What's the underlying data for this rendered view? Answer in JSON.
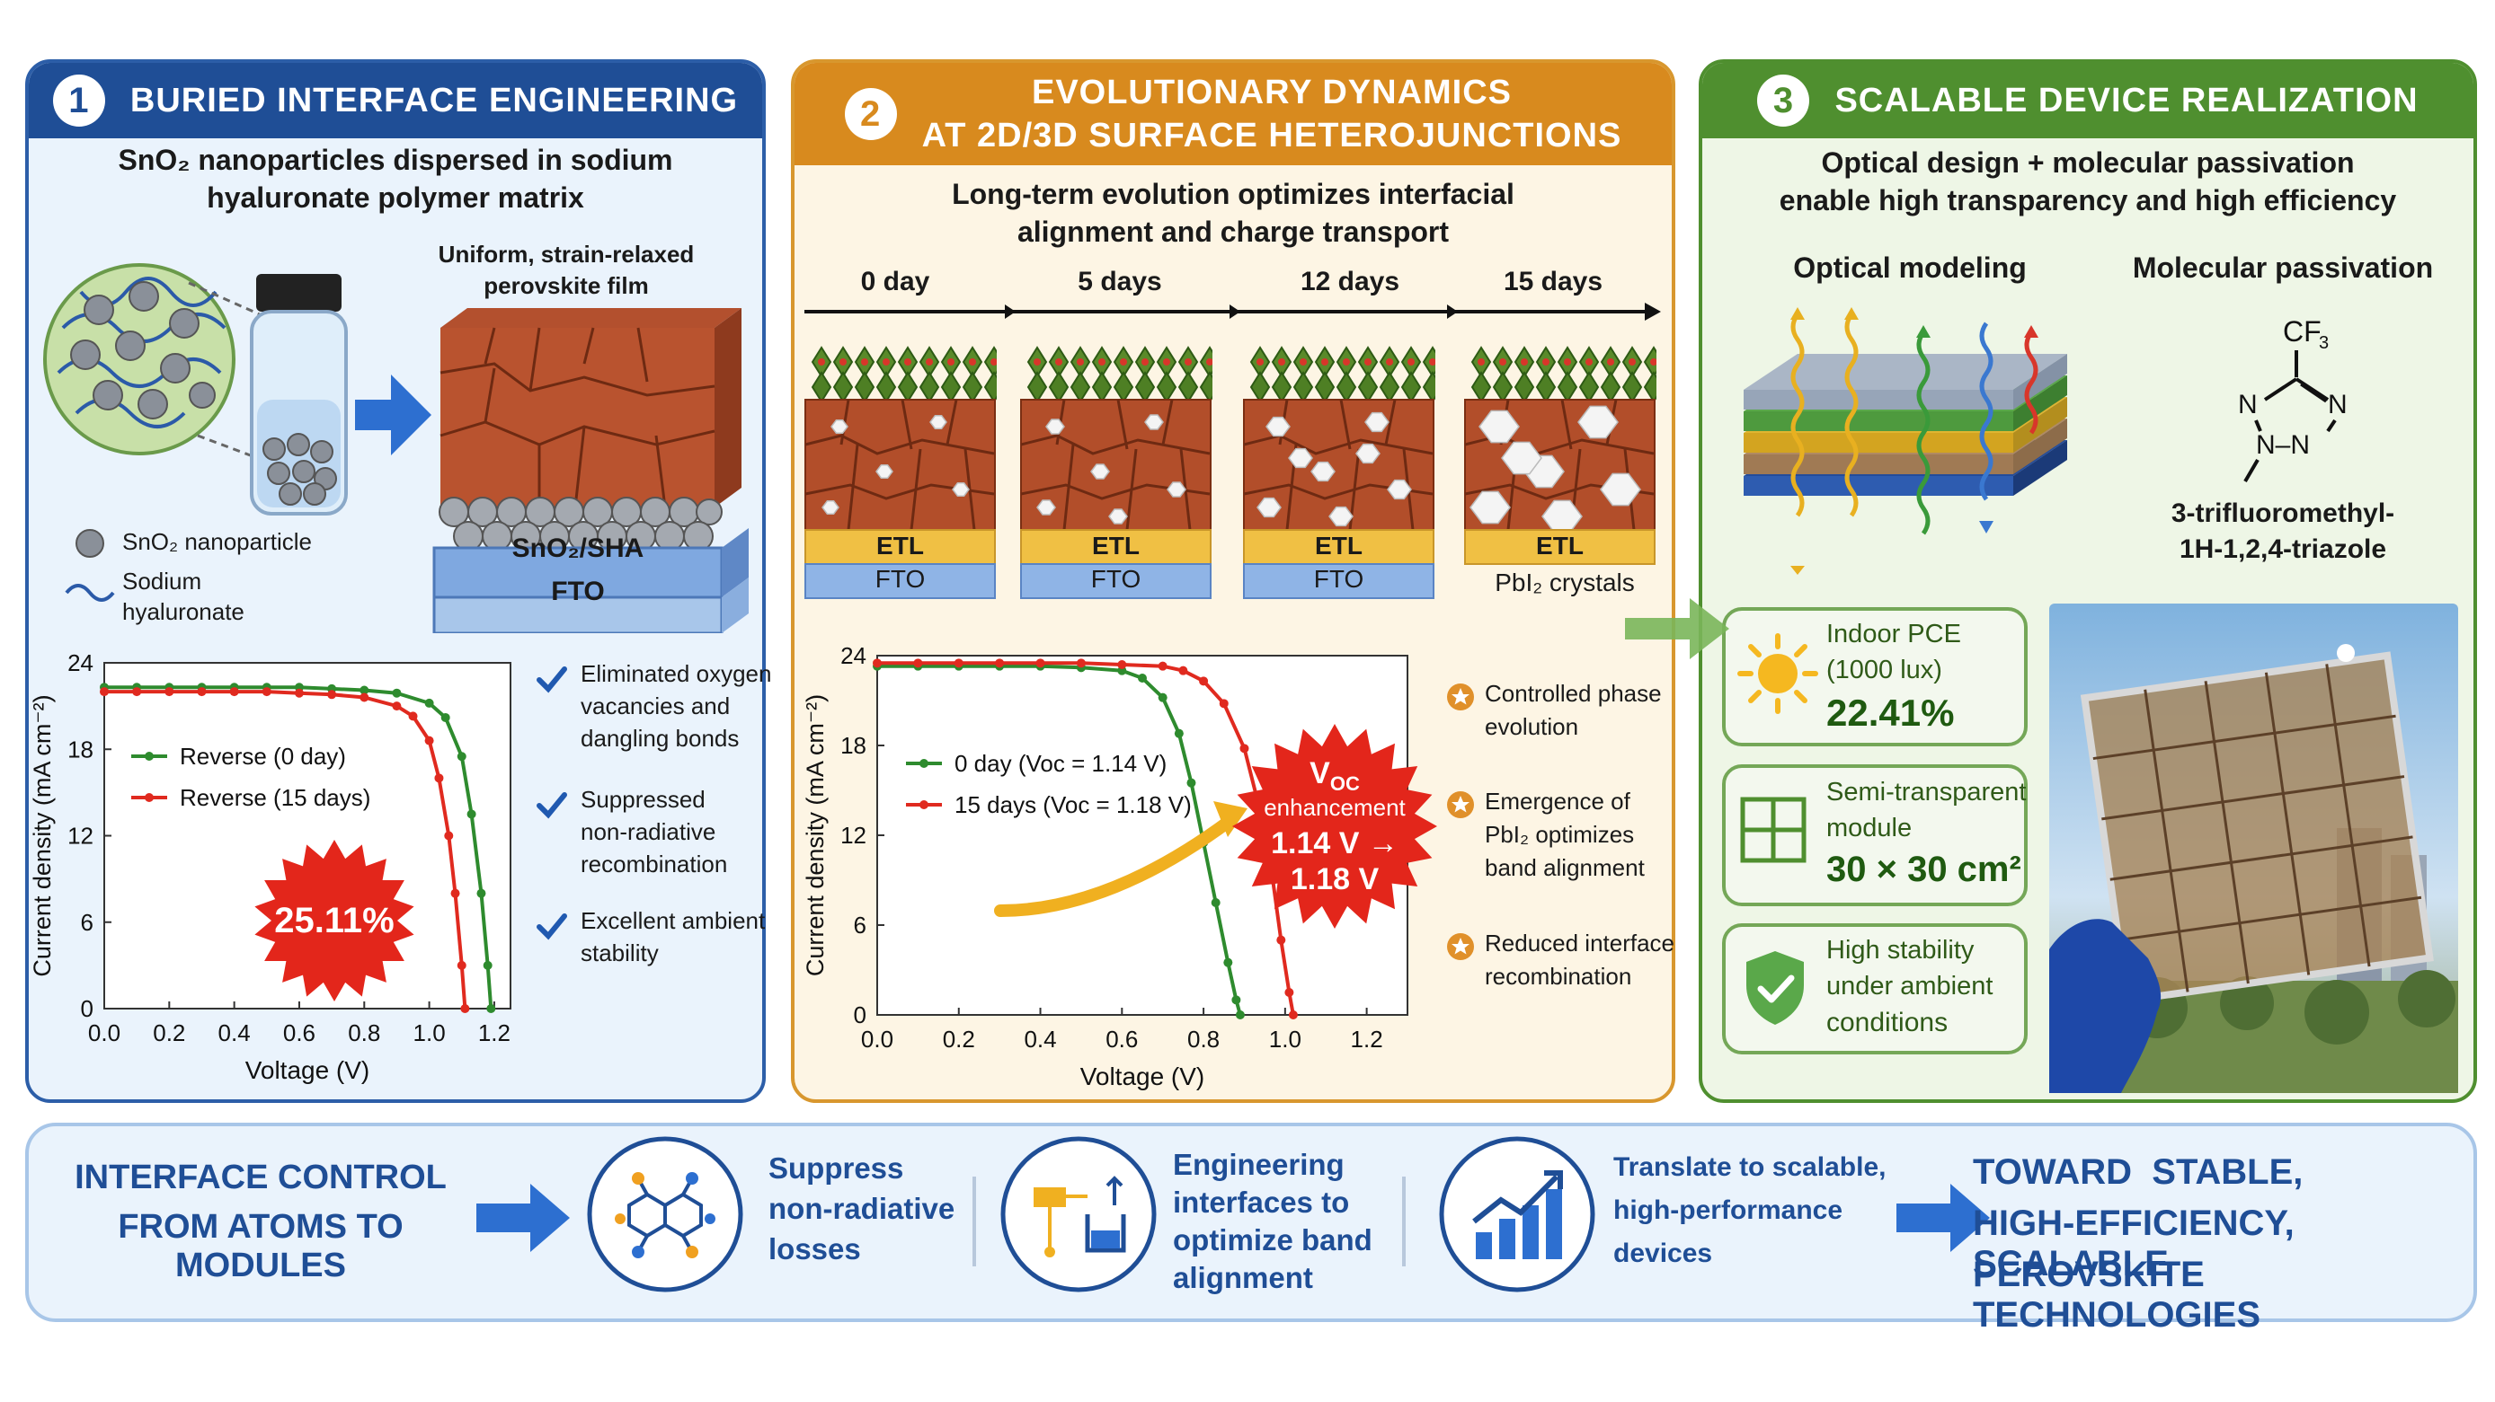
{
  "panel1": {
    "number": "1",
    "title": "BURIED INTERFACE ENGINEERING",
    "subtitle_line1": "SnO₂ nanoparticles dispersed in sodium",
    "subtitle_line2": "hyaluronate polymer matrix",
    "film_label_line1": "Uniform, strain-relaxed",
    "film_label_line2": "perovskite film",
    "layer_etl": "SnO₂/SHA",
    "layer_fto": "FTO",
    "legend_np": "SnO₂ nanoparticle",
    "legend_sha_line1": "Sodium",
    "legend_sha_line2": "hyaluronate",
    "badge": "25.11%",
    "bullets": [
      {
        "line1": "Eliminated oxygen",
        "line2": "vacancies and",
        "line3": "dangling bonds"
      },
      {
        "line1": "Suppressed",
        "line2": "non-radiative",
        "line3": "recombination"
      },
      {
        "line1": "Excellent ambient",
        "line2": "stability",
        "line3": ""
      }
    ]
  },
  "panel2": {
    "number": "2",
    "title_line1": "EVOLUTIONARY DYNAMICS",
    "title_line2": "AT 2D/3D SURFACE HETEROJUNCTIONS",
    "subtitle_line1": "Long-term evolution optimizes interfacial",
    "subtitle_line2": "alignment and charge transport",
    "timeline": [
      "0 day",
      "5 days",
      "12 days",
      "15 days"
    ],
    "layer_etl": "ETL",
    "layer_fto": "FTO",
    "pbi2_label": "PbI₂ crystals",
    "badge_title": "V",
    "badge_sub": "OC",
    "badge_line2": "enhancement",
    "badge_line3": "1.14 V →",
    "badge_line4": "1.18 V",
    "bullets": [
      {
        "line1": "Controlled phase",
        "line2": "evolution",
        "line3": ""
      },
      {
        "line1": "Emergence of",
        "line2": "PbI₂ optimizes",
        "line3": "band alignment"
      },
      {
        "line1": "Reduced interface",
        "line2": "recombination",
        "line3": ""
      }
    ]
  },
  "panel3": {
    "number": "3",
    "title": "SCALABLE DEVICE REALIZATION",
    "subtitle_line1": "Optical design + molecular passivation",
    "subtitle_line2": "enable high transparency and high efficiency",
    "optical_label": "Optical modeling",
    "passivation_label": "Molecular passivation",
    "molecule_line1": "3-trifluoromethyl-",
    "molecule_line2": "1H-1,2,4-triazole",
    "cards": [
      {
        "line1": "Indoor PCE",
        "line2": "(1000 lux)",
        "value": "22.41%"
      },
      {
        "line1": "Semi-transparent",
        "line2": "module",
        "value": "30 × 30 cm²"
      },
      {
        "line1": "High stability",
        "line2": "under ambient",
        "value": "conditions"
      }
    ]
  },
  "footer": {
    "left_line1": "INTERFACE CONTROL",
    "left_line2": "FROM ATOMS TO MODULES",
    "items": [
      {
        "line1": "Suppress",
        "line2": "non-radiative",
        "line3": "losses",
        "line4": ""
      },
      {
        "line1": "Engineering",
        "line2": "interfaces to",
        "line3": "optimize band",
        "line4": "alignment"
      },
      {
        "line1": "Translate to scalable,",
        "line2": "high-performance",
        "line3": "devices",
        "line4": ""
      }
    ],
    "right_line1": "TOWARD  STABLE,",
    "right_line2": "HIGH-EFFICIENCY, SCALABLE",
    "right_line3": "PEROVSKITE TECHNOLOGIES"
  },
  "colors": {
    "panel1": "#1f4e96",
    "panel2": "#d88a1e",
    "panel3": "#4f8f2f",
    "green_curve": "#2e8b2e",
    "red_curve": "#e02a1f"
  },
  "chart_data": [
    {
      "type": "line",
      "title": "",
      "xlabel": "Voltage (V)",
      "ylabel": "Current density (mA cm⁻²)",
      "xlim": [
        0.0,
        1.25
      ],
      "ylim": [
        0,
        24
      ],
      "xticks": [
        "0.0",
        "0.2",
        "0.4",
        "0.6",
        "0.8",
        "1.0",
        "1.2"
      ],
      "yticks": [
        "0",
        "6",
        "12",
        "18",
        "24"
      ],
      "legend_position": "left",
      "series": [
        {
          "name": "Reverse (0 day)",
          "color": "#2e8b2e",
          "x": [
            0.0,
            0.1,
            0.2,
            0.3,
            0.4,
            0.5,
            0.6,
            0.7,
            0.8,
            0.9,
            1.0,
            1.05,
            1.1,
            1.13,
            1.16,
            1.18,
            1.19
          ],
          "y": [
            22.3,
            22.3,
            22.3,
            22.3,
            22.3,
            22.3,
            22.3,
            22.2,
            22.1,
            21.9,
            21.2,
            20.2,
            17.5,
            13.5,
            8.0,
            3.0,
            0.0
          ]
        },
        {
          "name": "Reverse (15 days)",
          "color": "#e02a1f",
          "x": [
            0.0,
            0.1,
            0.2,
            0.3,
            0.4,
            0.5,
            0.6,
            0.7,
            0.8,
            0.9,
            0.95,
            1.0,
            1.03,
            1.06,
            1.08,
            1.1,
            1.11
          ],
          "y": [
            22.0,
            22.0,
            22.0,
            22.0,
            22.0,
            22.0,
            21.9,
            21.8,
            21.6,
            21.0,
            20.3,
            18.6,
            16.0,
            12.0,
            8.0,
            3.0,
            0.0
          ]
        }
      ]
    },
    {
      "type": "line",
      "title": "",
      "xlabel": "Voltage (V)",
      "ylabel": "Current density (mA cm⁻²)",
      "xlim": [
        0.0,
        1.3
      ],
      "ylim": [
        0,
        24
      ],
      "xticks": [
        "0.0",
        "0.2",
        "0.4",
        "0.6",
        "0.8",
        "1.0",
        "1.2"
      ],
      "yticks": [
        "0",
        "6",
        "12",
        "18",
        "24"
      ],
      "legend_position": "left",
      "series": [
        {
          "name": "0 day (Voc = 1.14 V)",
          "color": "#2e8b2e",
          "x": [
            0.0,
            0.1,
            0.2,
            0.3,
            0.4,
            0.5,
            0.6,
            0.65,
            0.7,
            0.74,
            0.77,
            0.8,
            0.83,
            0.86,
            0.88,
            0.89
          ],
          "y": [
            23.3,
            23.3,
            23.3,
            23.3,
            23.3,
            23.2,
            23.0,
            22.5,
            21.2,
            18.8,
            15.5,
            11.5,
            7.5,
            3.5,
            1.0,
            0.0
          ]
        },
        {
          "name": "15 days (Voc = 1.18 V)",
          "color": "#e02a1f",
          "x": [
            0.0,
            0.1,
            0.2,
            0.3,
            0.4,
            0.5,
            0.6,
            0.7,
            0.75,
            0.8,
            0.85,
            0.9,
            0.94,
            0.97,
            0.99,
            1.01,
            1.02
          ],
          "y": [
            23.5,
            23.5,
            23.5,
            23.5,
            23.5,
            23.5,
            23.4,
            23.3,
            23.0,
            22.3,
            20.8,
            17.8,
            13.5,
            9.0,
            5.0,
            1.5,
            0.0
          ]
        }
      ]
    }
  ]
}
